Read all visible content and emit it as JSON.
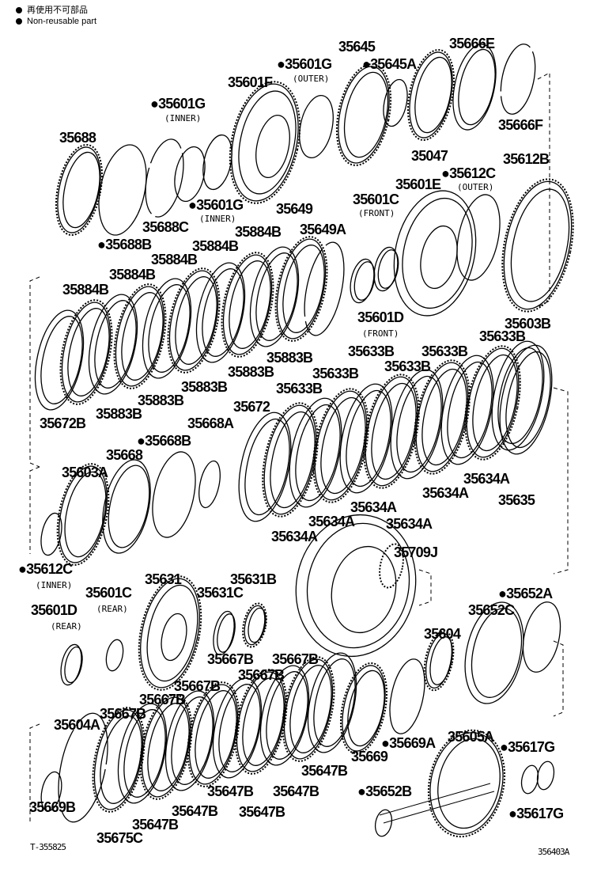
{
  "legend": {
    "line1": "再使用不可部品",
    "line2": "Non-reusable part"
  },
  "labels": [
    "●35601G",
    "35645",
    "●35645A",
    "35666E",
    "35601F",
    "●35601G",
    "35688",
    "35666F",
    "35047",
    "35601E",
    "●35612C",
    "35612B",
    "35601C",
    "●35601G",
    "35688C",
    "35649",
    "●35688B",
    "35884B",
    "35649A",
    "35884B",
    "35884B",
    "35884B",
    "35884B",
    "35601D",
    "35633B",
    "35603B",
    "35633B",
    "35633B",
    "35883B",
    "35633B",
    "35883B",
    "35633B",
    "35883B",
    "35633B",
    "35883B",
    "35672",
    "35668A",
    "35672B",
    "35883B",
    "●35668B",
    "35668",
    "35603A",
    "35634A",
    "35634A",
    "35635",
    "35634A",
    "35634A",
    "35634A",
    "35634A",
    "35709J",
    "●35612C",
    "35631",
    "35631B",
    "35601C",
    "35631C",
    "●35652A",
    "35601D",
    "35652C",
    "35604",
    "35667B",
    "35667B",
    "35667B",
    "35667B",
    "35667B",
    "35667B",
    "35604A",
    "●35669A",
    "35605A",
    "●35617G",
    "35669",
    "35647B",
    "●35652B",
    "35647B",
    "35647B",
    "35669B",
    "35647B",
    "35647B",
    "●35617G",
    "35647B",
    "35675C"
  ],
  "sublabels": [
    "(OUTER)",
    "(INNER)",
    "(OUTER)",
    "(FRONT)",
    "(INNER)",
    "(FRONT)",
    "(INNER)",
    "(REAR)",
    "(REAR)"
  ],
  "refs": {
    "left": "T-355825",
    "right": "356403A"
  }
}
